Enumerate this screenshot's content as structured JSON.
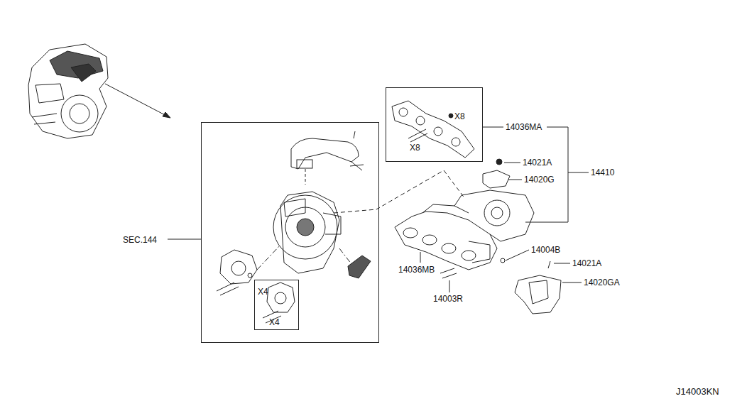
{
  "diagram": {
    "nodes": [
      {
        "text": [
          "SEC.144"
        ]
      },
      {
        "text": [
          "X4",
          "X4"
        ],
        "in": 0
      },
      {
        "text": [
          "X8",
          "X8"
        ]
      }
    ],
    "labels": [
      "14036MA",
      "14021A",
      "14020G",
      "14410",
      "14004B",
      "14021A",
      "14020GA",
      "14036MB",
      "14003R",
      "J14003KN"
    ]
  }
}
